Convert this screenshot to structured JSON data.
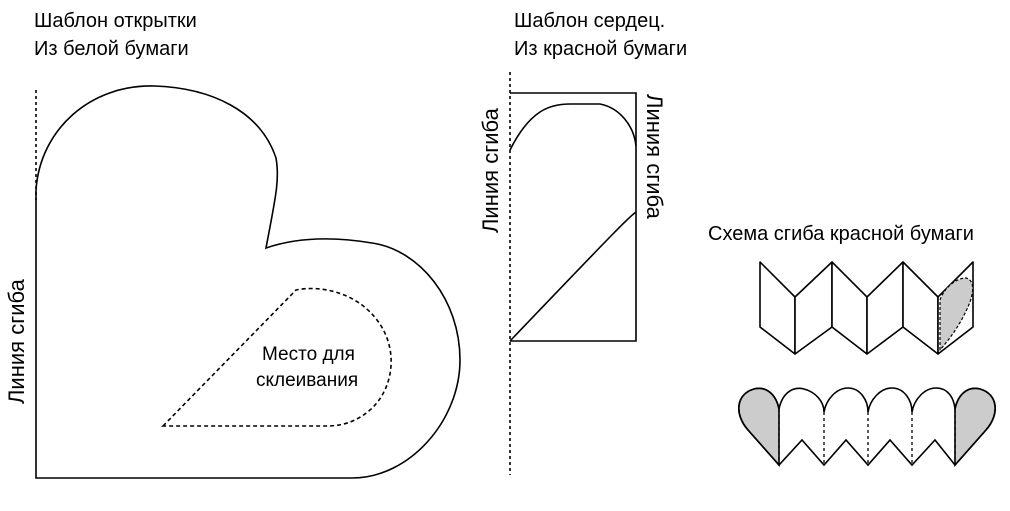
{
  "card_template": {
    "title_line1": "Шаблон открытки",
    "title_line2": "Из белой бумаги",
    "fold_label": "Линия сгиба",
    "glue_label_line1": "Место для",
    "glue_label_line2": "склеивания"
  },
  "heart_template": {
    "title_line1": "Шаблон сердец.",
    "title_line2": "Из красной бумаги",
    "fold_label_left": "Линия сгиба",
    "fold_label_right": "Линия сгиба"
  },
  "fold_scheme": {
    "title": "Схема сгиба красной бумаги"
  },
  "colors": {
    "line": "#000000",
    "shade": "#cccccc",
    "background": "#ffffff"
  }
}
